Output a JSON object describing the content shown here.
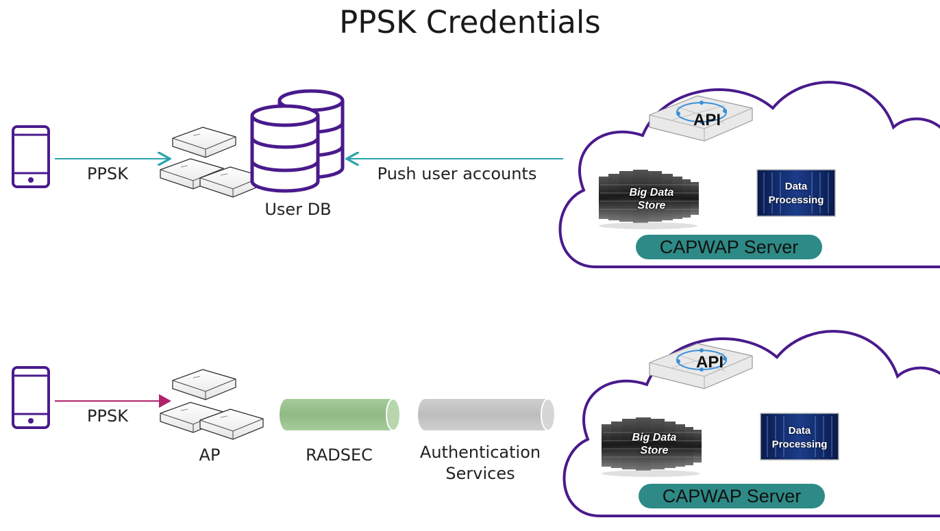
{
  "title": "PPSK Credentials",
  "top_row": {
    "link_label": "PPSK",
    "db_label": "User DB",
    "push_label": "Push user accounts",
    "cloud": {
      "api": "API",
      "big_data": "Big Data Store",
      "data_processing": "Data Processing",
      "server": "CAPWAP Server"
    }
  },
  "bottom_row": {
    "link_label": "PPSK",
    "ap_label": "AP",
    "radsec_label": "RADSEC",
    "auth_line1": "Authentication",
    "auth_line2": "Services",
    "cloud": {
      "api": "API",
      "big_data": "Big Data Store",
      "data_processing": "Data Processing",
      "server": "CAPWAP Server"
    }
  },
  "colors": {
    "purple": "#4a1a8c",
    "teal_arrow": "#2aa3ad",
    "magenta_arrow": "#b0236b",
    "pill": "#2e8a86",
    "radsec_tube": "#95bf8a",
    "auth_tube": "#c2c2c2"
  }
}
